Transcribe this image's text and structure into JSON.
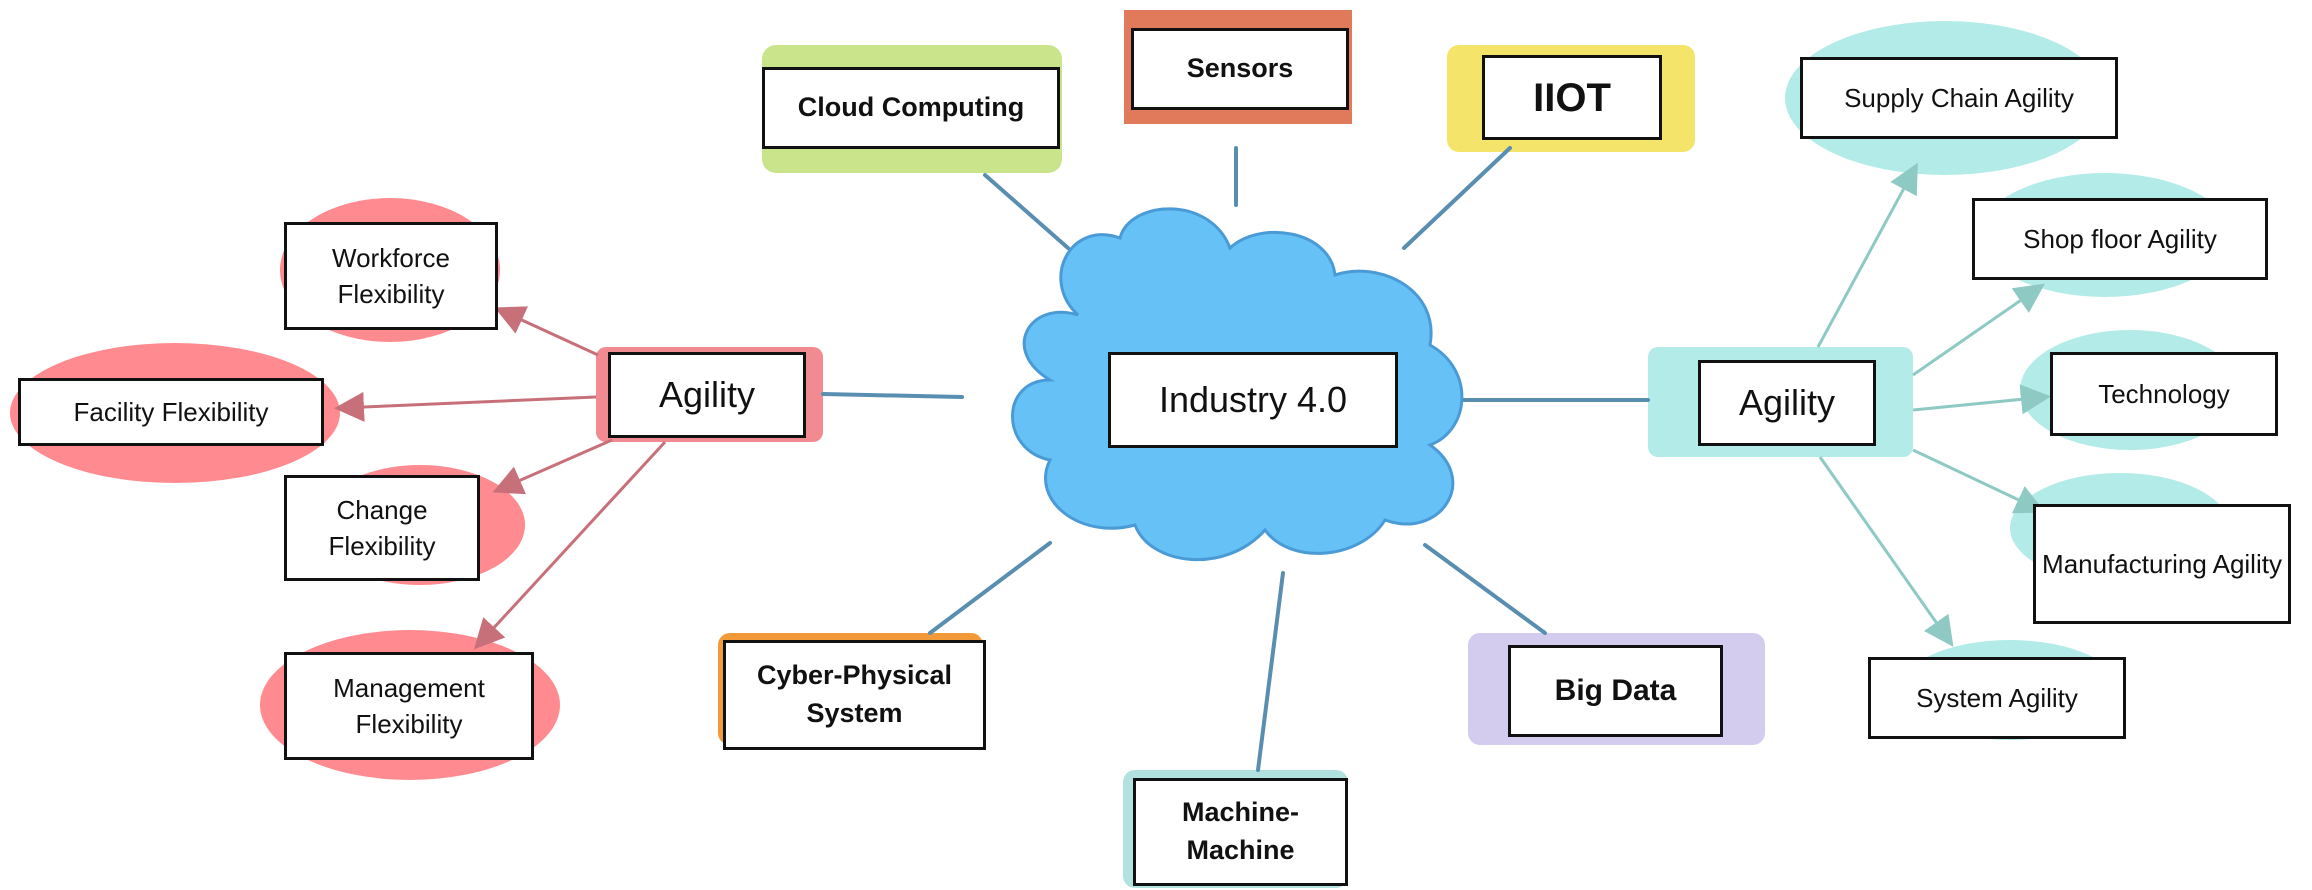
{
  "center": {
    "label": "Industry 4.0"
  },
  "technologies": {
    "cloud_computing": "Cloud Computing",
    "sensors": "Sensors",
    "iiot": "IIOT",
    "cyber_physical": "Cyber-Physical System",
    "machine_machine": "Machine-Machine",
    "big_data": "Big Data"
  },
  "left_agility": {
    "label": "Agility",
    "items": [
      "Workforce Flexibility",
      "Facility Flexibility",
      "Change Flexibility",
      "Management Flexibility"
    ]
  },
  "right_agility": {
    "label": "Agility",
    "items": [
      "Supply Chain Agility",
      "Shop floor Agility",
      "Technology",
      "Manufacturing Agility",
      "System Agility"
    ]
  },
  "colors": {
    "cloud_fill": "#66c1f6",
    "cloud_stroke": "#4a9ad6",
    "connector": "#5a8eb0",
    "left_arrow": "#c8707a",
    "left_ellipse": "#ff8a8f",
    "right_arrow": "#8fc9c4",
    "right_ellipse": "#b2ebe8",
    "cloud_computing": "#c9e48a",
    "sensors": "#e07a5a",
    "iiot": "#f5e46a",
    "cyber_physical": "#f29a3a",
    "machine_machine": "#b2e2e0",
    "big_data": "#d3ccef",
    "left_agility": "#f28a92",
    "right_agility": "#b2ebe8"
  }
}
